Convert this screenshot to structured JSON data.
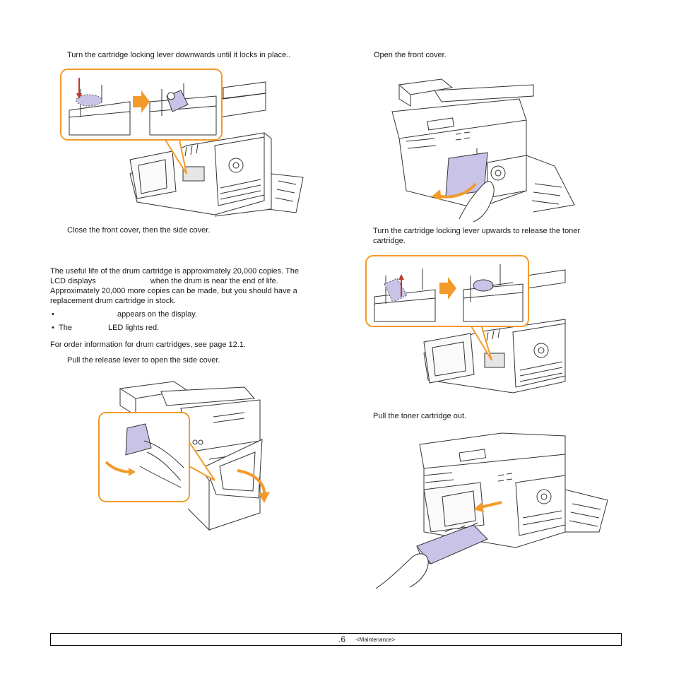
{
  "left": {
    "step_lock": "Turn the cartridge locking lever downwards until it locks in place..",
    "step_close": "Close the front cover, then the side cover.",
    "para_line1": "The useful life of the drum cartridge is approximately 20,000 copies. The",
    "para_line2_a": "LCD displays",
    "para_line2_b": "when the drum is near the end of life.",
    "para_line3": "Approximately 20,000 more copies can be made, but you should have a",
    "para_line4": "replacement drum cartridge in stock.",
    "bullet1_mark": "•",
    "bullet1_text": "appears on the display.",
    "bullet2_mark": "•",
    "bullet2_a": "The",
    "bullet2_b": "LED lights red.",
    "order_info": "For order information for drum cartridges, see page 12.1.",
    "step_pull_lever": "Pull the release lever to open the side cover."
  },
  "right": {
    "step_open_front": "Open the front cover.",
    "step_unlock_line1": "Turn the cartridge locking lever upwards to release the toner",
    "step_unlock_line2": "cartridge.",
    "step_pull_toner": "Pull the toner cartridge out."
  },
  "footer": {
    "page": ".6",
    "section": "<Maintenance>"
  },
  "colors": {
    "callout": "#f39a2b",
    "arrow": "#f39a2b",
    "cartridge": "#c9c3e8",
    "line": "#333333"
  }
}
